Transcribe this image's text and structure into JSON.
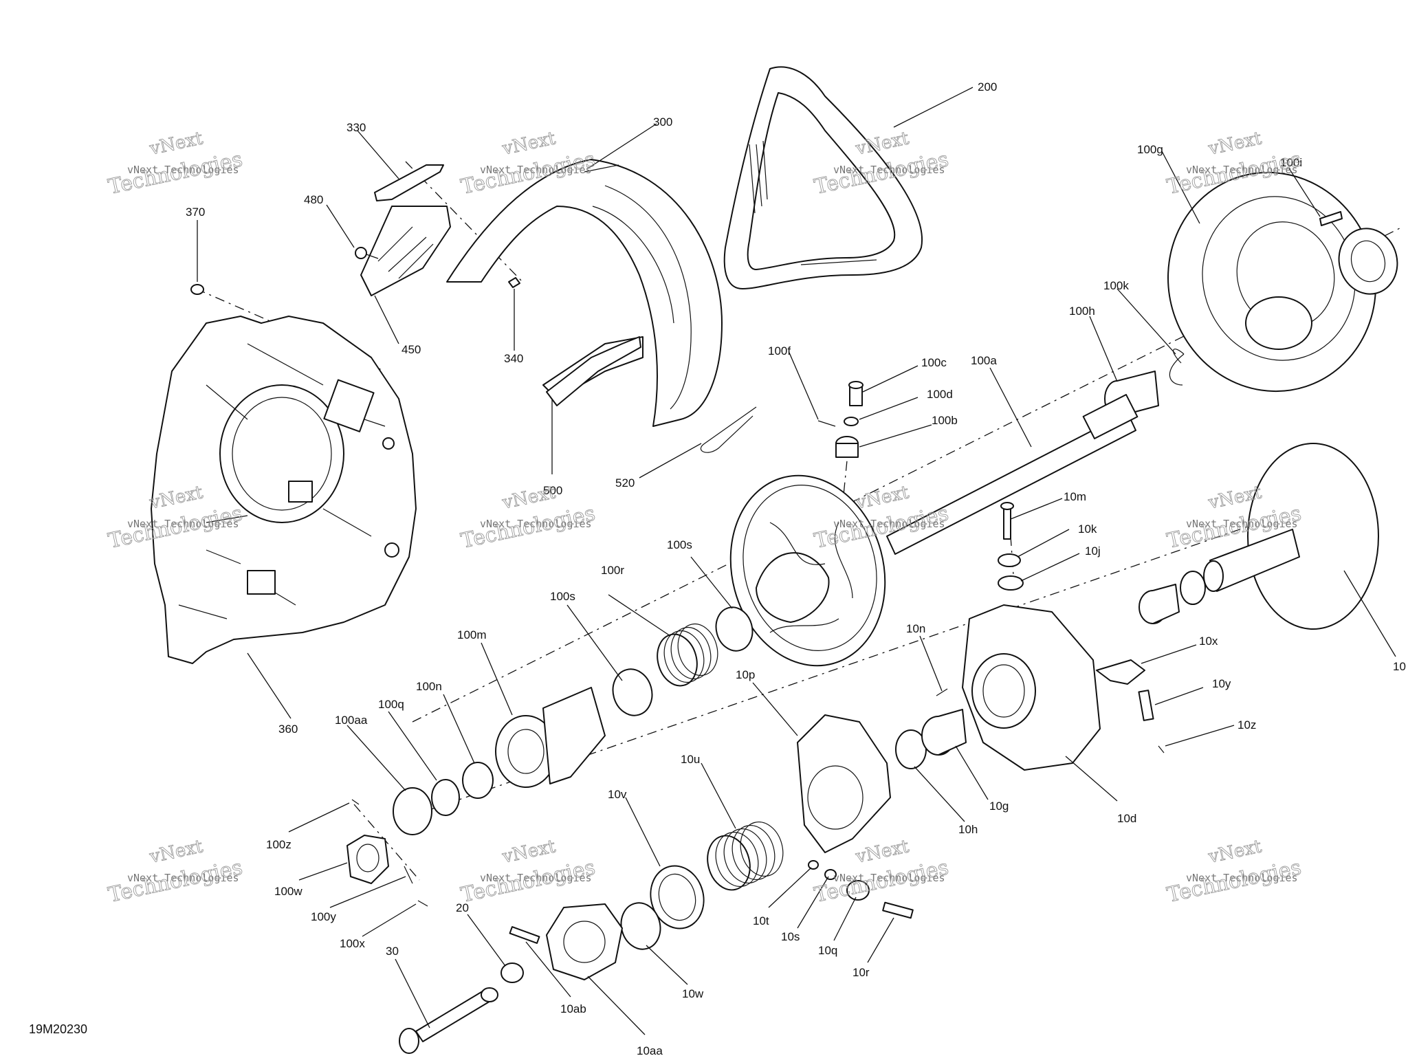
{
  "watermark": {
    "line1": "vNext Technologies",
    "line2": "Technologies",
    "line3": "vNext"
  },
  "reference_code": "19M20230",
  "labels": {
    "l200": "200",
    "l300": "300",
    "l330": "330",
    "l480": "480",
    "l370": "370",
    "l450": "450",
    "l340": "340",
    "l500": "500",
    "l520": "520",
    "l360": "360",
    "l100f": "100f",
    "l100c": "100c",
    "l100d": "100d",
    "l100b": "100b",
    "l100a": "100a",
    "l100h": "100h",
    "l100k": "100k",
    "l100g": "100g",
    "l100i": "100i",
    "l10m": "10m",
    "l10k": "10k",
    "l10j": "10j",
    "l100s_a": "100s",
    "l100r": "100r",
    "l100s_b": "100s",
    "l100m": "100m",
    "l100n": "100n",
    "l100q": "100q",
    "l100aa": "100aa",
    "l100z": "100z",
    "l100w": "100w",
    "l100y": "100y",
    "l100x": "100x",
    "l20": "20",
    "l30": "30",
    "l10ab": "10ab",
    "l10aa": "10aa",
    "l10w": "10w",
    "l10v": "10v",
    "l10u": "10u",
    "l10p": "10p",
    "l10n": "10n",
    "l10t": "10t",
    "l10s": "10s",
    "l10q": "10q",
    "l10r": "10r",
    "l10h": "10h",
    "l10g": "10g",
    "l10d": "10d",
    "l10x": "10x",
    "l10y": "10y",
    "l10z": "10z",
    "l10_edge": "10"
  }
}
